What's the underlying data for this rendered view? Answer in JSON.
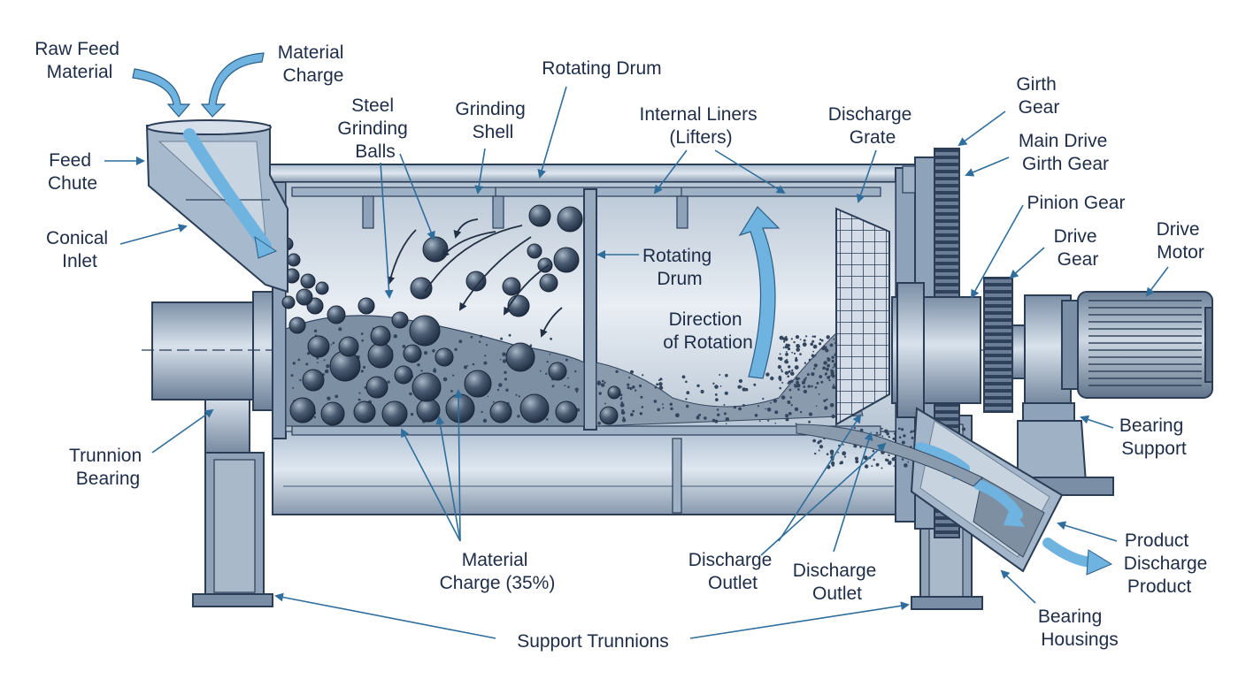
{
  "labels": {
    "raw_feed": [
      "Raw Feed",
      "Material"
    ],
    "material_charge_top": [
      "Material",
      "Charge"
    ],
    "feed_chute": [
      "Feed",
      "Chute"
    ],
    "conical_inlet": [
      "Conical",
      "Inlet"
    ],
    "steel_balls": [
      "Steel",
      "Grinding",
      "Balls"
    ],
    "grinding_shell": [
      "Grinding",
      "Shell"
    ],
    "rotating_drum_top": [
      "Rotating Drum"
    ],
    "internal_liners": [
      "Internal Liners",
      "(Lifters)"
    ],
    "discharge_grate": [
      "Discharge",
      "Grate"
    ],
    "girth_gear": [
      "Girth",
      "Gear"
    ],
    "main_drive_girth_gear": [
      "Main Drive",
      "Girth Gear"
    ],
    "pinion_gear": [
      "Pinion Gear"
    ],
    "drive_gear": [
      "Drive",
      "Gear"
    ],
    "drive_motor": [
      "Drive",
      "Motor"
    ],
    "rotating_drum_mid": [
      "Rotating",
      "Drum"
    ],
    "direction_of_rotation": [
      "Direction",
      "of Rotation"
    ],
    "trunnion_bearing": [
      "Trunnion",
      "Bearing"
    ],
    "material_charge_bottom": [
      "Material",
      "Charge (35%)"
    ],
    "discharge_outlet_1": [
      "Discharge",
      "Outlet"
    ],
    "discharge_outlet_2": [
      "Discharge",
      "Outlet"
    ],
    "bearing_support": [
      "Bearing",
      "Support"
    ],
    "product_discharge": [
      "Product",
      "Discharge",
      "Product"
    ],
    "bearing_housings": [
      "Bearing",
      "Housings"
    ],
    "support_trunnions": [
      "Support Trunnions"
    ]
  },
  "colors": {
    "steel_dark": "#3f5570",
    "steel_mid": "#8ea3ba",
    "steel_light": "#d3dde8",
    "outline": "#2b3d57",
    "accent_arrow": "#6fb3e0",
    "leader": "#2f6e9c",
    "text": "#1d2c47"
  },
  "icons": {
    "flow_arrow": "curved-flow-arrow-icon",
    "rotation_arrow": "rotation-arrow-icon",
    "gear": "gear-icon",
    "motor": "electric-motor-icon"
  }
}
